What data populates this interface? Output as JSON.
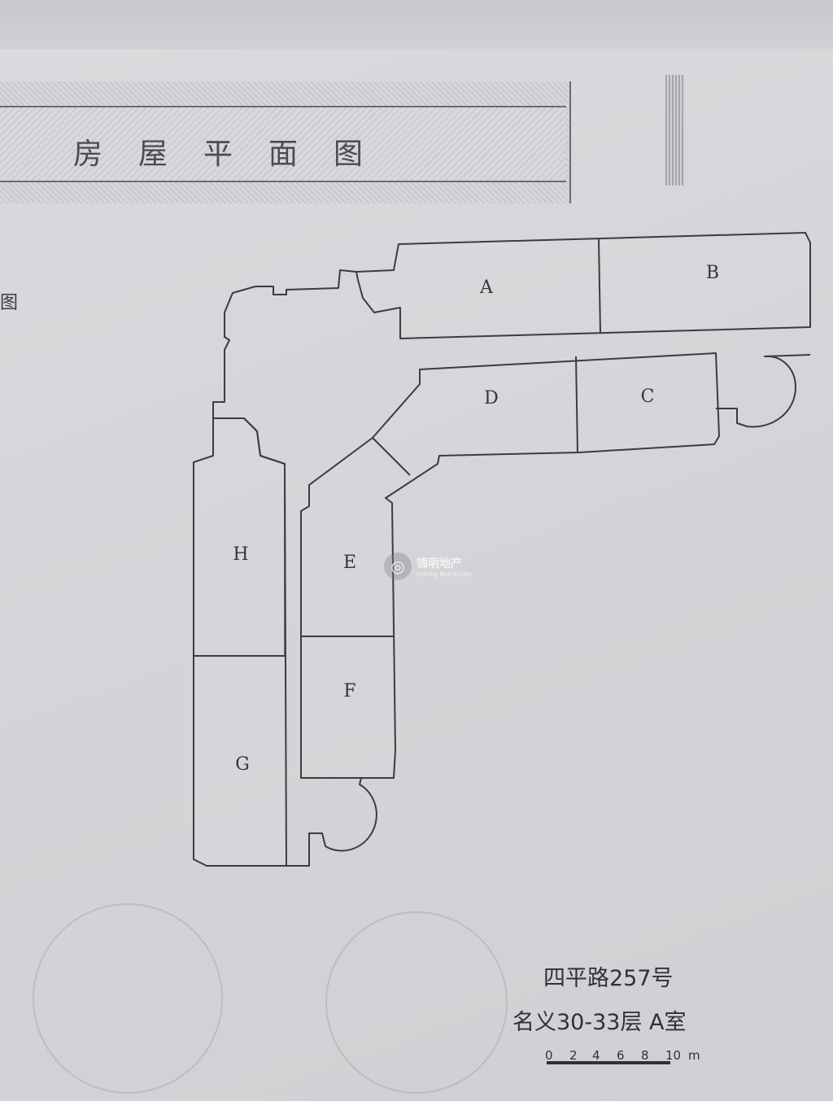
{
  "title": "房屋平面图",
  "left_mark": "图",
  "rooms": [
    "A",
    "B",
    "C",
    "D",
    "E",
    "F",
    "G",
    "H"
  ],
  "watermark": {
    "icon": "swirl-logo-icon",
    "cn": "锦明地产",
    "en": "Jinming Real Estate"
  },
  "address": "四平路257号",
  "floor_label": "名义30-33层  A室",
  "scale": {
    "ticks": [
      "0",
      "2",
      "4",
      "6",
      "8",
      "10"
    ],
    "unit": "m"
  },
  "colors": {
    "line": "#3a3c40",
    "paper": "#d6d7da"
  }
}
